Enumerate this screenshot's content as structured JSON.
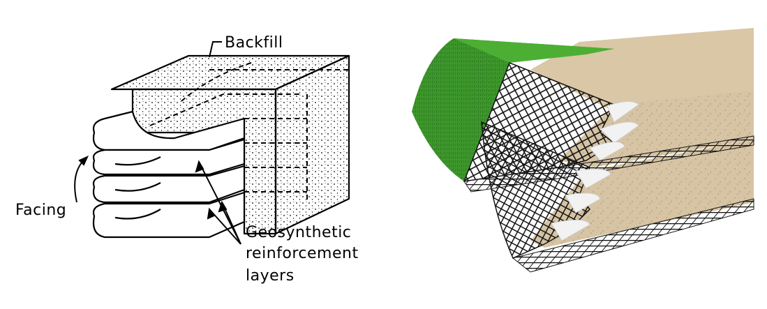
{
  "labels": {
    "backfill": "Backfill",
    "facing": "Facing",
    "geo_line1": "Geosynthetic",
    "geo_line2": "reinforcement",
    "geo_line3": "layers"
  },
  "colors": {
    "grass": "#3f9a2c",
    "grass_dark": "#2c7a20",
    "soil": "#d6c4a4",
    "soil_dark": "#b9a47f",
    "geogrid": "#141414",
    "bag": "#f2f2f2"
  },
  "icons": {
    "left_figure": "reinforced-soil-wall-sketch",
    "right_figure": "geogrid-wrapped-slope-render"
  }
}
